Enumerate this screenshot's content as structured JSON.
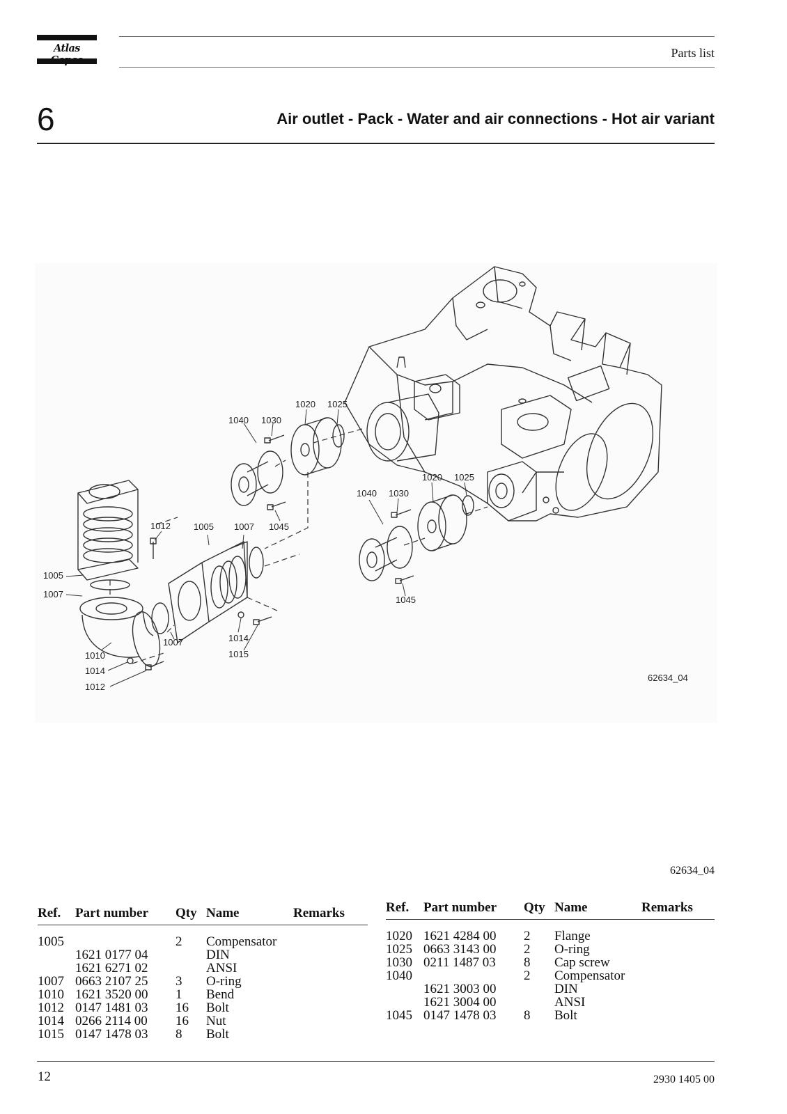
{
  "header": {
    "logo_text": "Atlas Copco",
    "doc_type": "Parts list"
  },
  "section": {
    "number": "6",
    "title": "Air outlet - Pack - Water and air connections - Hot air variant"
  },
  "figure": {
    "drawing_code": "62634_04",
    "callouts": {
      "c1005a": "1005",
      "c1007a": "1007",
      "c1010": "1010",
      "c1014a": "1014",
      "c1012a": "1012",
      "c1012b": "1012",
      "c1005b": "1005",
      "c1007b": "1007",
      "c1007c": "1007",
      "c1014b": "1014",
      "c1015": "1015",
      "c1040a": "1040",
      "c1030a": "1030",
      "c1020a": "1020",
      "c1025a": "1025",
      "c1045a": "1045",
      "c1040b": "1040",
      "c1030b": "1030",
      "c1020b": "1020",
      "c1025b": "1025",
      "c1045b": "1045"
    }
  },
  "figure_code_below": "62634_04",
  "parts_table": {
    "headers": {
      "ref": "Ref.",
      "part_number": "Part number",
      "qty": "Qty",
      "name": "Name",
      "remarks": "Remarks"
    },
    "left_rows": [
      {
        "ref": "1005",
        "part_number": "",
        "qty": "2",
        "name": "Compensator",
        "remarks": ""
      },
      {
        "ref": "",
        "part_number": "1621 0177 04",
        "qty": "",
        "name": "DIN",
        "remarks": ""
      },
      {
        "ref": "",
        "part_number": "1621 6271 02",
        "qty": "",
        "name": "ANSI",
        "remarks": ""
      },
      {
        "ref": "1007",
        "part_number": "0663 2107 25",
        "qty": "3",
        "name": "O-ring",
        "remarks": ""
      },
      {
        "ref": "1010",
        "part_number": "1621 3520 00",
        "qty": "1",
        "name": "Bend",
        "remarks": ""
      },
      {
        "ref": "1012",
        "part_number": "0147 1481 03",
        "qty": "16",
        "name": "Bolt",
        "remarks": ""
      },
      {
        "ref": "1014",
        "part_number": "0266 2114 00",
        "qty": "16",
        "name": "Nut",
        "remarks": ""
      },
      {
        "ref": "1015",
        "part_number": "0147 1478 03",
        "qty": "8",
        "name": "Bolt",
        "remarks": ""
      }
    ],
    "right_rows": [
      {
        "ref": "1020",
        "part_number": "1621 4284 00",
        "qty": "2",
        "name": "Flange",
        "remarks": ""
      },
      {
        "ref": "1025",
        "part_number": "0663 3143 00",
        "qty": "2",
        "name": "O-ring",
        "remarks": ""
      },
      {
        "ref": "1030",
        "part_number": "0211 1487 03",
        "qty": "8",
        "name": "Cap screw",
        "remarks": ""
      },
      {
        "ref": "1040",
        "part_number": "",
        "qty": "2",
        "name": "Compensator",
        "remarks": ""
      },
      {
        "ref": "",
        "part_number": "1621 3003 00",
        "qty": "",
        "name": "DIN",
        "remarks": ""
      },
      {
        "ref": "",
        "part_number": "1621 3004 00",
        "qty": "",
        "name": "ANSI",
        "remarks": ""
      },
      {
        "ref": "1045",
        "part_number": "0147 1478 03",
        "qty": "8",
        "name": "Bolt",
        "remarks": ""
      }
    ]
  },
  "footer": {
    "page_number": "12",
    "doc_number": "2930 1405 00"
  }
}
